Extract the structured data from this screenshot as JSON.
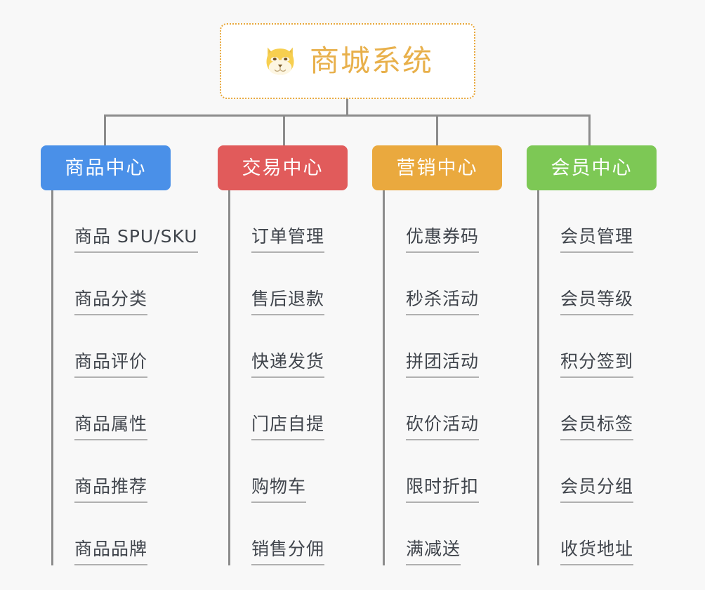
{
  "root": {
    "icon": "shiba-dog-face-emoji",
    "title": "商城系统",
    "title_color": "#e8b04b",
    "border_color": "#e8a83d"
  },
  "background_color": "#f8f8f8",
  "connector_color": "#8c8c8c",
  "categories": [
    {
      "label": "商品中心",
      "color": "#4a90e8",
      "items": [
        "商品 SPU/SKU",
        "商品分类",
        "商品评价",
        "商品属性",
        "商品推荐",
        "商品品牌"
      ]
    },
    {
      "label": "交易中心",
      "color": "#e15b5b",
      "items": [
        "订单管理",
        "售后退款",
        "快递发货",
        "门店自提",
        "购物车",
        "销售分佣"
      ]
    },
    {
      "label": "营销中心",
      "color": "#eaa93e",
      "items": [
        "优惠券码",
        "秒杀活动",
        "拼团活动",
        "砍价活动",
        "限时折扣",
        "满减送"
      ]
    },
    {
      "label": "会员中心",
      "color": "#7dc855",
      "items": [
        "会员管理",
        "会员等级",
        "积分签到",
        "会员标签",
        "会员分组",
        "收货地址"
      ]
    }
  ]
}
